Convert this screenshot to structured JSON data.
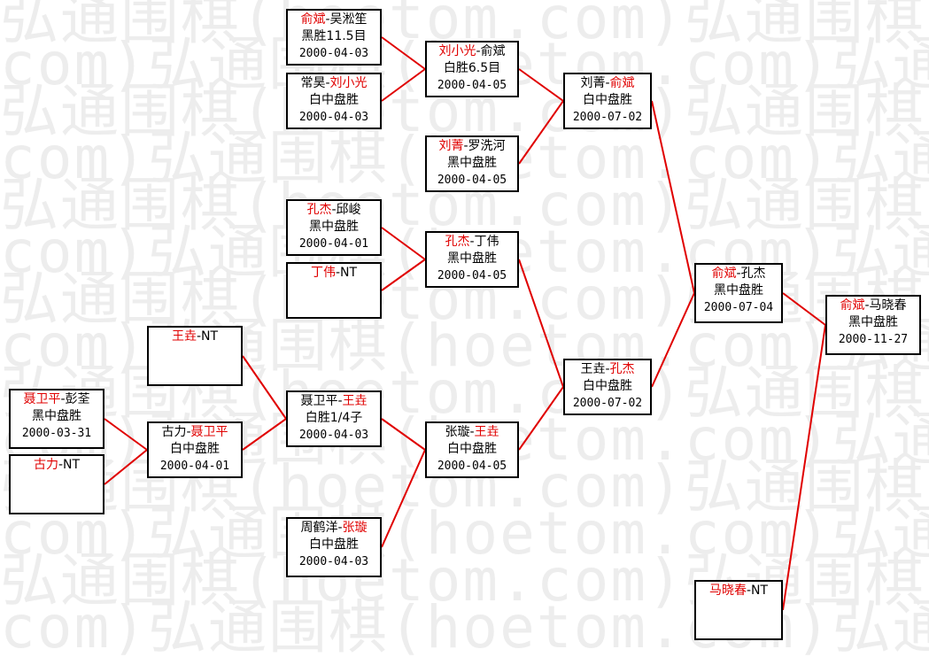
{
  "watermark": "弘通围棋(hoetom.com)",
  "line_color": "#e00000",
  "highlight_color": "#e00000",
  "matches": [
    {
      "id": "m1",
      "p1": "俞斌",
      "p2": "吴淞笙",
      "winner": 1,
      "result": "黑胜11.5目",
      "date": "2000-04-03"
    },
    {
      "id": "m2",
      "p1": "常昊",
      "p2": "刘小光",
      "winner": 2,
      "result": "白中盘胜",
      "date": "2000-04-03"
    },
    {
      "id": "m3",
      "p1": "刘小光",
      "p2": "俞斌",
      "winner": 1,
      "result": "白胜6.5目",
      "date": "2000-04-05"
    },
    {
      "id": "m4",
      "p1": "刘菁",
      "p2": "罗洗河",
      "winner": 1,
      "result": "黑中盘胜",
      "date": "2000-04-05"
    },
    {
      "id": "m5",
      "p1": "刘菁",
      "p2": "俞斌",
      "winner": 2,
      "result": "白中盘胜",
      "date": "2000-07-02"
    },
    {
      "id": "m6",
      "p1": "孔杰",
      "p2": "邱峻",
      "winner": 1,
      "result": "黑中盘胜",
      "date": "2000-04-01"
    },
    {
      "id": "m7",
      "p1": "丁伟",
      "p2": "NT",
      "winner": 1,
      "result": "",
      "date": ""
    },
    {
      "id": "m8",
      "p1": "孔杰",
      "p2": "丁伟",
      "winner": 1,
      "result": "黑中盘胜",
      "date": "2000-04-05"
    },
    {
      "id": "m9",
      "p1": "王垚",
      "p2": "NT",
      "winner": 1,
      "result": "",
      "date": ""
    },
    {
      "id": "m10",
      "p1": "聂卫平",
      "p2": "彭荃",
      "winner": 1,
      "result": "黑中盘胜",
      "date": "2000-03-31"
    },
    {
      "id": "m11",
      "p1": "古力",
      "p2": "NT",
      "winner": 1,
      "result": "",
      "date": ""
    },
    {
      "id": "m12",
      "p1": "古力",
      "p2": "聂卫平",
      "winner": 2,
      "result": "白中盘胜",
      "date": "2000-04-01"
    },
    {
      "id": "m13",
      "p1": "聂卫平",
      "p2": "王垚",
      "winner": 2,
      "result": "白胜1/4子",
      "date": "2000-04-03"
    },
    {
      "id": "m14",
      "p1": "周鹤洋",
      "p2": "张璇",
      "winner": 2,
      "result": "白中盘胜",
      "date": "2000-04-03"
    },
    {
      "id": "m15",
      "p1": "张璇",
      "p2": "王垚",
      "winner": 2,
      "result": "白中盘胜",
      "date": "2000-04-05"
    },
    {
      "id": "m16",
      "p1": "王垚",
      "p2": "孔杰",
      "winner": 2,
      "result": "白中盘胜",
      "date": "2000-07-02"
    },
    {
      "id": "m17",
      "p1": "俞斌",
      "p2": "孔杰",
      "winner": 1,
      "result": "黑中盘胜",
      "date": "2000-07-04"
    },
    {
      "id": "m18",
      "p1": "马晓春",
      "p2": "NT",
      "winner": 1,
      "result": "",
      "date": ""
    },
    {
      "id": "m19",
      "p1": "俞斌",
      "p2": "马晓春",
      "winner": 1,
      "result": "黑中盘胜",
      "date": "2000-11-27"
    }
  ]
}
